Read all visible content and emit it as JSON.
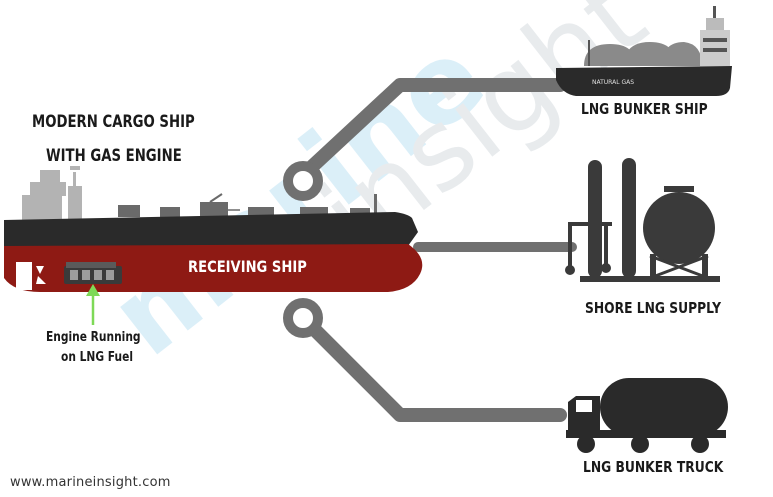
{
  "title_line1": "MODERN CARGO SHIP",
  "title_line2": "WITH GAS ENGINE",
  "receiving_ship_label": "RECEIVING SHIP",
  "engine_label_line1": "Engine Running",
  "engine_label_line2": "on LNG Fuel",
  "sources": {
    "bunker_ship": "LNG BUNKER SHIP",
    "shore_supply": "SHORE LNG SUPPLY",
    "bunker_truck": "LNG BUNKER TRUCK"
  },
  "bunker_ship_hull_text": "NATURAL GAS",
  "watermark": "marine insight",
  "website": "www.marineinsight.com",
  "colors": {
    "hull_red": "#8e1a14",
    "hull_dark": "#2a2a2a",
    "connector_gray": "#707070",
    "equipment_dark": "#3a3a3a",
    "arrow_green": "#7ed957",
    "watermark_blue": "#bfe3f4"
  },
  "icons": [
    "lng-bunker-ship-icon",
    "shore-tank-icon",
    "lng-truck-icon",
    "engine-icon",
    "propeller-icon"
  ]
}
